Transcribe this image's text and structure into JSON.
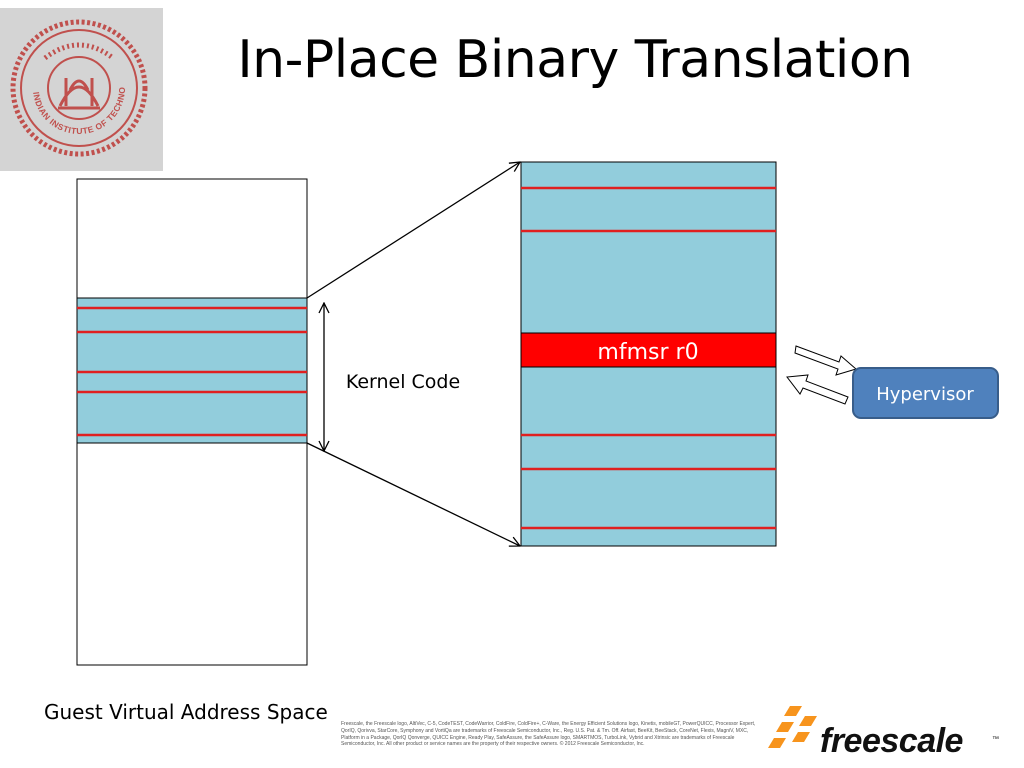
{
  "slide": {
    "title": "In-Place Binary Translation",
    "address_space_label": "Guest Virtual Address Space",
    "kernel_code_label": "Kernel Code",
    "instruction_label": "mfmsr r0",
    "hypervisor_label": "Hypervisor",
    "footer_note": "Freescale, the Freescale logo, AltiVec, C-5, CodeTEST, CodeWarrior, ColdFire, ColdFire+, C-Ware, the Energy Efficient Solutions logo, Kinetis, mobileGT, PowerQUICC, Processor Expert, QorIQ, Qorivva, StarCore, Symphony and VortiQa are trademarks of Freescale Semiconductor, Inc., Reg. U.S. Pat. & Tm. Off. Airfast, BeeKit, BeeStack, CoreNet, Flexis, MagniV, MXC, Platform in a Package, QorIQ Qonverge, QUICC Engine, Ready Play, SafeAssure, the SafeAssure logo, SMARTMOS, TurboLink, Vybrid and Xtrinsic are trademarks of Freescale Semiconductor, Inc. All other product or service names are the property of their respective owners. © 2012 Freescale Semiconductor, Inc.",
    "brand_name": "freescale",
    "brand_tm": "™",
    "seal_text": "INDIAN INSTITUTE OF TECHNOLOGY DELHI"
  },
  "colors": {
    "code_fill": "#92cddc",
    "line_red": "#e02020",
    "instruction_fill": "#ff0000",
    "hypervisor_fill": "#4f81bd",
    "seal_color": "#c0504d",
    "brand_orange": "#f7941d"
  },
  "icons": {
    "seal": "institute-seal-icon",
    "arrows": "two-way-arrow-icon",
    "brand": "freescale-logo-icon"
  }
}
